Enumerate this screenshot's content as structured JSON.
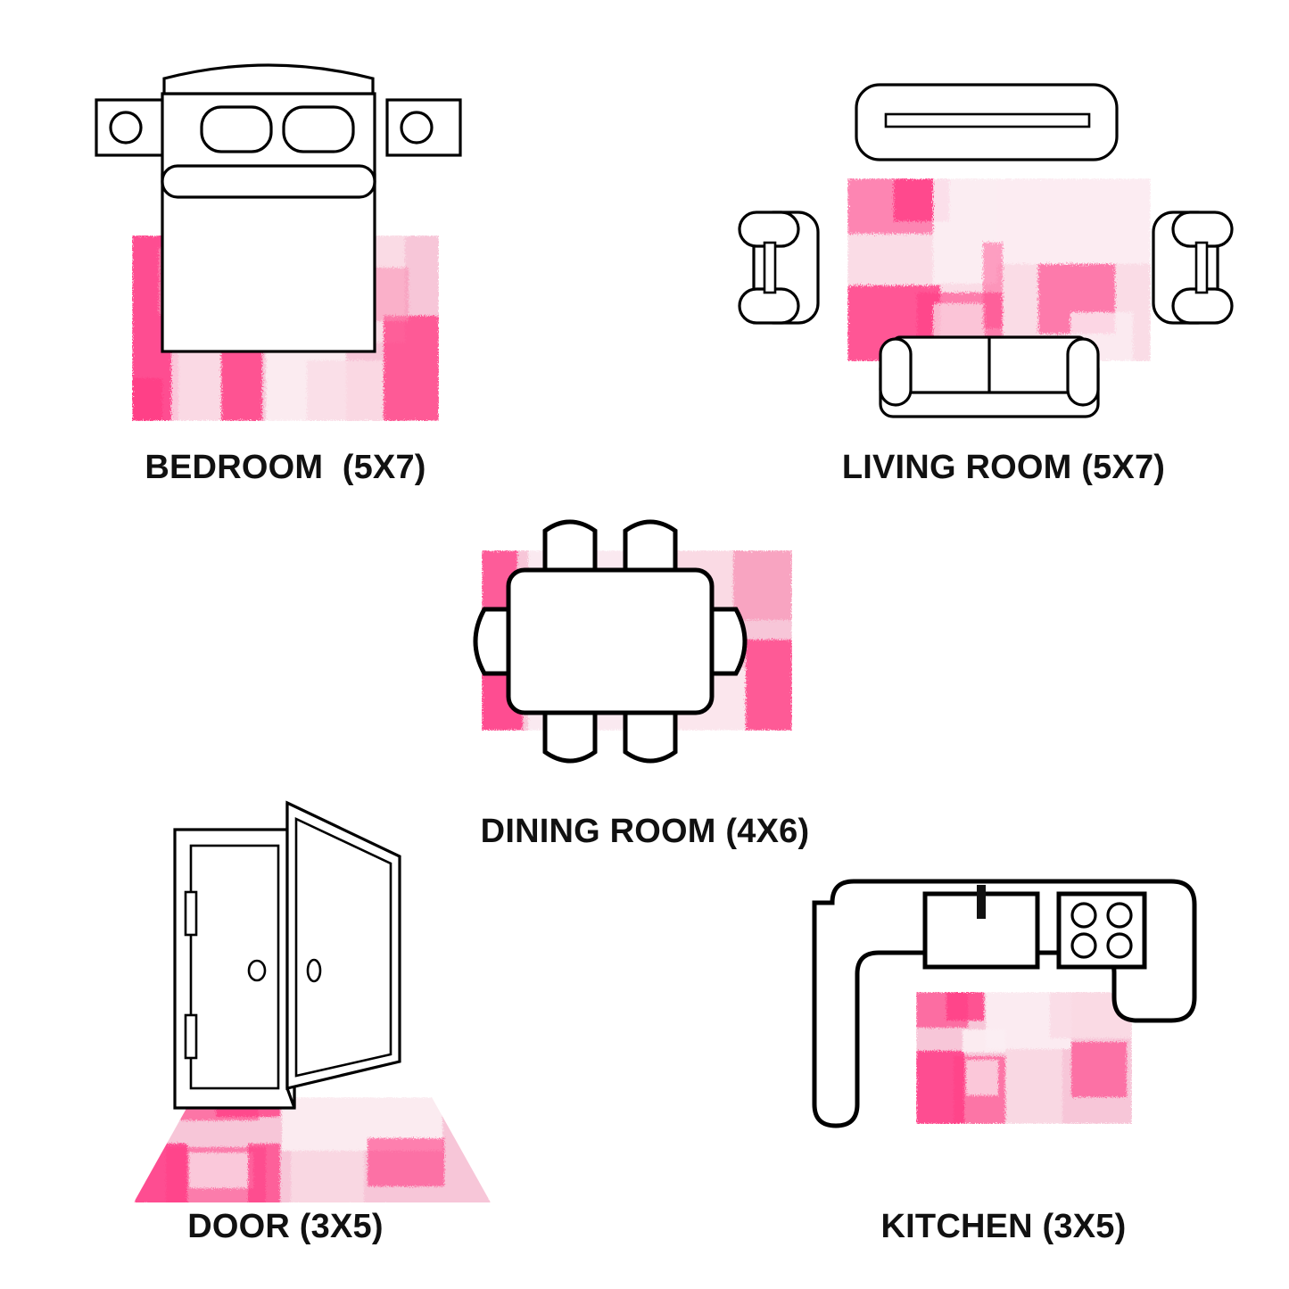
{
  "page": {
    "background": "#ffffff",
    "title": "Rug size guide room layout diagrams"
  },
  "palette": {
    "line": "#000000",
    "fill": "#ffffff",
    "text": "#111111",
    "rug_hot_pink": "#FF3E86",
    "rug_mid_pink": "#F98DB3",
    "rug_pale_pink": "#FADCE6",
    "rug_light_pink": "#F7C6D8",
    "rug_white_pink": "#FBEEF3"
  },
  "scenes": [
    {
      "id": "bedroom",
      "label": "BEDROOM  (5X7)",
      "rug_size": "5X7",
      "room": "BEDROOM",
      "furniture": [
        "bed-headboard",
        "pillow-left",
        "pillow-right",
        "bolster",
        "mattress",
        "nightstand-left",
        "nightstand-right",
        "lamp-left",
        "lamp-right"
      ]
    },
    {
      "id": "living-room",
      "label": "LIVING ROOM (5X7)",
      "rug_size": "5X7",
      "room": "LIVING ROOM",
      "furniture": [
        "tv-console",
        "armchair-left",
        "armchair-right",
        "sofa"
      ]
    },
    {
      "id": "dining-room",
      "label": "DINING ROOM (4X6)",
      "rug_size": "4X6",
      "room": "DINING ROOM",
      "furniture": [
        "dining-table",
        "chair-top-left",
        "chair-top-right",
        "chair-bottom-left",
        "chair-bottom-right",
        "chair-left",
        "chair-right"
      ]
    },
    {
      "id": "door",
      "label": "DOOR (3X5)",
      "rug_size": "3X5",
      "room": "DOOR",
      "furniture": [
        "door-frame",
        "door-panel-closed",
        "door-panel-open",
        "hinge-upper",
        "hinge-lower",
        "knob-left",
        "knob-right"
      ]
    },
    {
      "id": "kitchen",
      "label": "KITCHEN (3X5)",
      "rug_size": "3X5",
      "room": "KITCHEN",
      "furniture": [
        "counter-u-shape",
        "sink",
        "faucet",
        "cooktop",
        "burner-top-left",
        "burner-top-right",
        "burner-bottom-left",
        "burner-bottom-right"
      ]
    }
  ]
}
